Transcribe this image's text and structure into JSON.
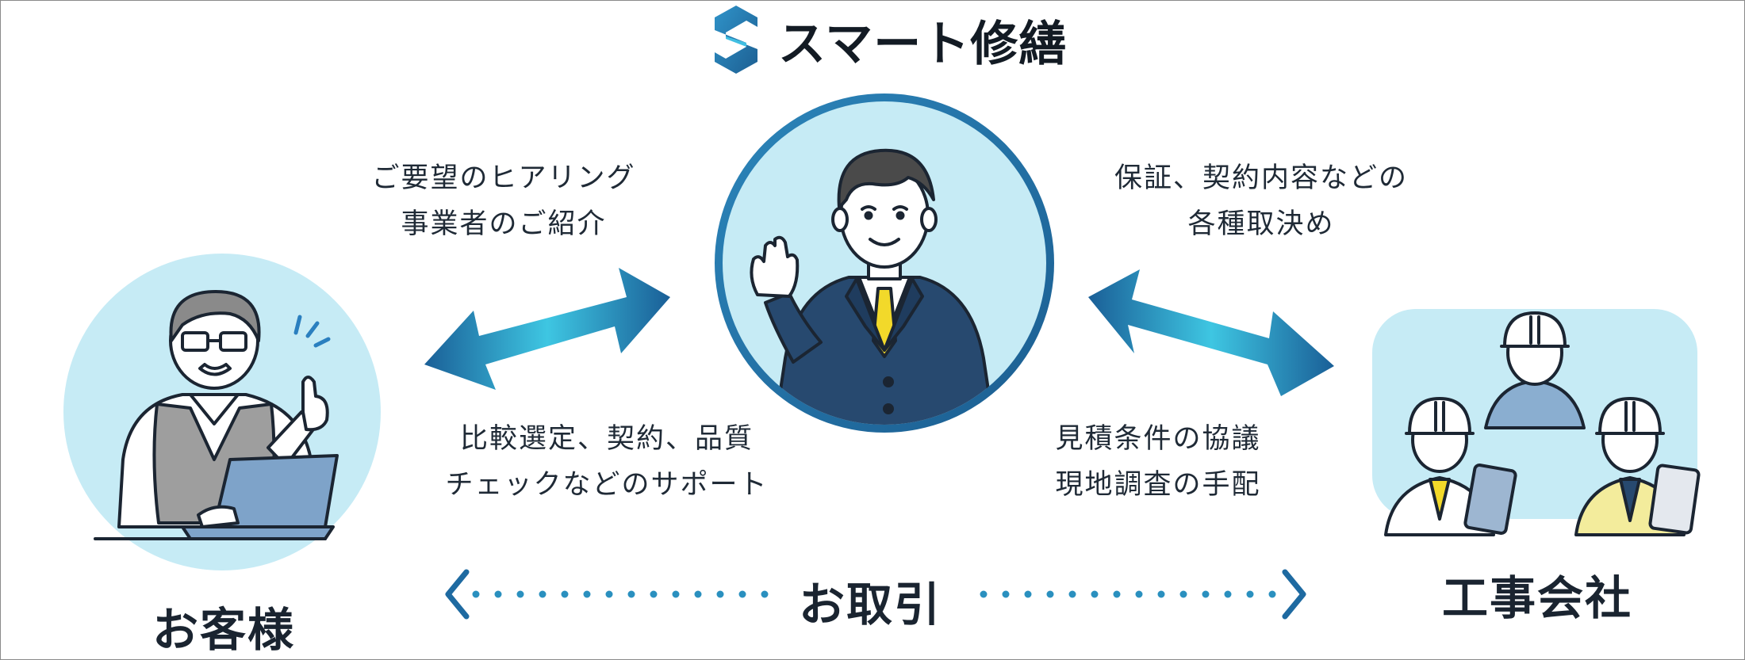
{
  "logo": {
    "text": "スマート修繕",
    "icon": "s-hexagon-logo-icon"
  },
  "caption_top_left": {
    "line1": "ご要望のヒアリング",
    "line2": "事業者のご紹介"
  },
  "caption_bottom_left": {
    "line1": "比較選定、契約、品質",
    "line2": "チェックなどのサポート"
  },
  "caption_top_right": {
    "line1": "保証、契約内容などの",
    "line2": "各種取決め"
  },
  "caption_bottom_right": {
    "line1": "見積条件の協議",
    "line2": "現地調査の手配"
  },
  "labels": {
    "customer": "お客様",
    "contractor": "工事会社",
    "transaction": "お取引"
  },
  "colors": {
    "accent_dark": "#1e6aa1",
    "accent_light": "#3fc2e0",
    "circle_fill": "#c6ebf5",
    "navy_suit": "#27496f",
    "text": "#1f2a36"
  }
}
